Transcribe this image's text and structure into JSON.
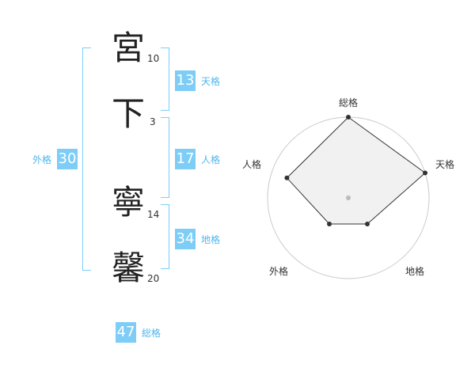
{
  "name": {
    "characters": [
      {
        "char": "宮",
        "strokes": "10"
      },
      {
        "char": "下",
        "strokes": "3"
      },
      {
        "char": "寧",
        "strokes": "14"
      },
      {
        "char": "馨",
        "strokes": "20"
      }
    ]
  },
  "fortunes": {
    "tenkaku": {
      "value": "13",
      "label": "天格"
    },
    "jinkaku": {
      "value": "17",
      "label": "人格"
    },
    "chikaku": {
      "value": "34",
      "label": "地格"
    },
    "gaikaku": {
      "value": "30",
      "label": "外格"
    },
    "soukaku": {
      "value": "47",
      "label": "総格"
    }
  },
  "radar": {
    "axes": [
      "総格",
      "天格",
      "地格",
      "外格",
      "人格"
    ],
    "levels": 5,
    "values": [
      5,
      5,
      2,
      2,
      4
    ],
    "colors": {
      "fill": "#f0f0f0",
      "stroke": "#333333",
      "grid": "#cccccc",
      "point": "#333333",
      "center": "#bbbbbb"
    }
  },
  "colors": {
    "accent": "#7dcdf7",
    "accent_text": "#4fb6ec"
  }
}
